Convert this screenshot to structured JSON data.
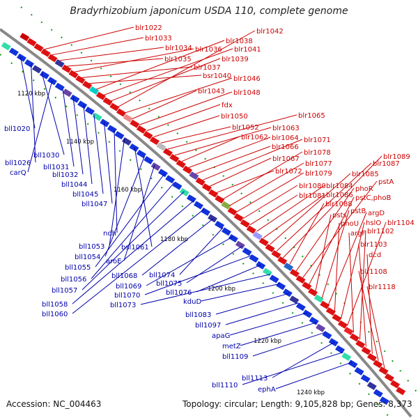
{
  "title": "Bradyrhizobium japonicum USDA 110, complete genome",
  "accession": "Accession: NC_004463",
  "topology": "Topology: circular; Length: 9,105,828 bp; Genes: 8,373",
  "colors": {
    "forward": "#cc0000",
    "reverse": "#0000aa",
    "genome": "#888888",
    "tick": "#119911"
  },
  "kbp_ticks": [
    "1120 kbp",
    "1140 kbp",
    "1160 kbp",
    "1180 kbp",
    "1200 kbp",
    "1220 kbp",
    "1240 kbp"
  ],
  "forward_labels": [
    "blr1022",
    "blr1033",
    "blr1034",
    "blr1035",
    "blr1036",
    "blr1037",
    "bsr1040",
    "blr1038",
    "blr1041",
    "blr1039",
    "blr1042",
    "blr1046",
    "blr1043",
    "blr1048",
    "fdx",
    "blr1050",
    "blr1052",
    "blr1065",
    "blr1063",
    "blr1062",
    "blr1064",
    "blr1066",
    "blr1071",
    "blr1067",
    "blr1072",
    "blr1078",
    "blr1077",
    "blr1079",
    "blr1080",
    "blr1081",
    "blr1084",
    "blr1086",
    "blr1085",
    "blr1087",
    "blr1089",
    "blr1088",
    "phoR",
    "pstA",
    "pstC,phoB",
    "psts",
    "pstB",
    "argD",
    "phoU",
    "hslO",
    "blr1104",
    "argF",
    "blr1102",
    "blr1103",
    "dcd",
    "blr1108",
    "blr1118"
  ],
  "reverse_labels": [
    "bll1020",
    "bll1026",
    "bll1030",
    "carQ",
    "bll1031",
    "bll1032",
    "bll1044",
    "bll1045",
    "bll1047",
    "ndh",
    "bll1053",
    "bsl1061",
    "bll1054",
    "aroE",
    "bll1055",
    "bll1056",
    "bll1057",
    "bll1058",
    "bll1060",
    "bll1068",
    "bll1074",
    "bll1069",
    "bll1075",
    "bll1070",
    "bll1076",
    "bll1073",
    "kduD",
    "bll1083",
    "bll1097",
    "apaG",
    "metZ",
    "bll1109",
    "bll1113",
    "bll1110",
    "ephA"
  ]
}
